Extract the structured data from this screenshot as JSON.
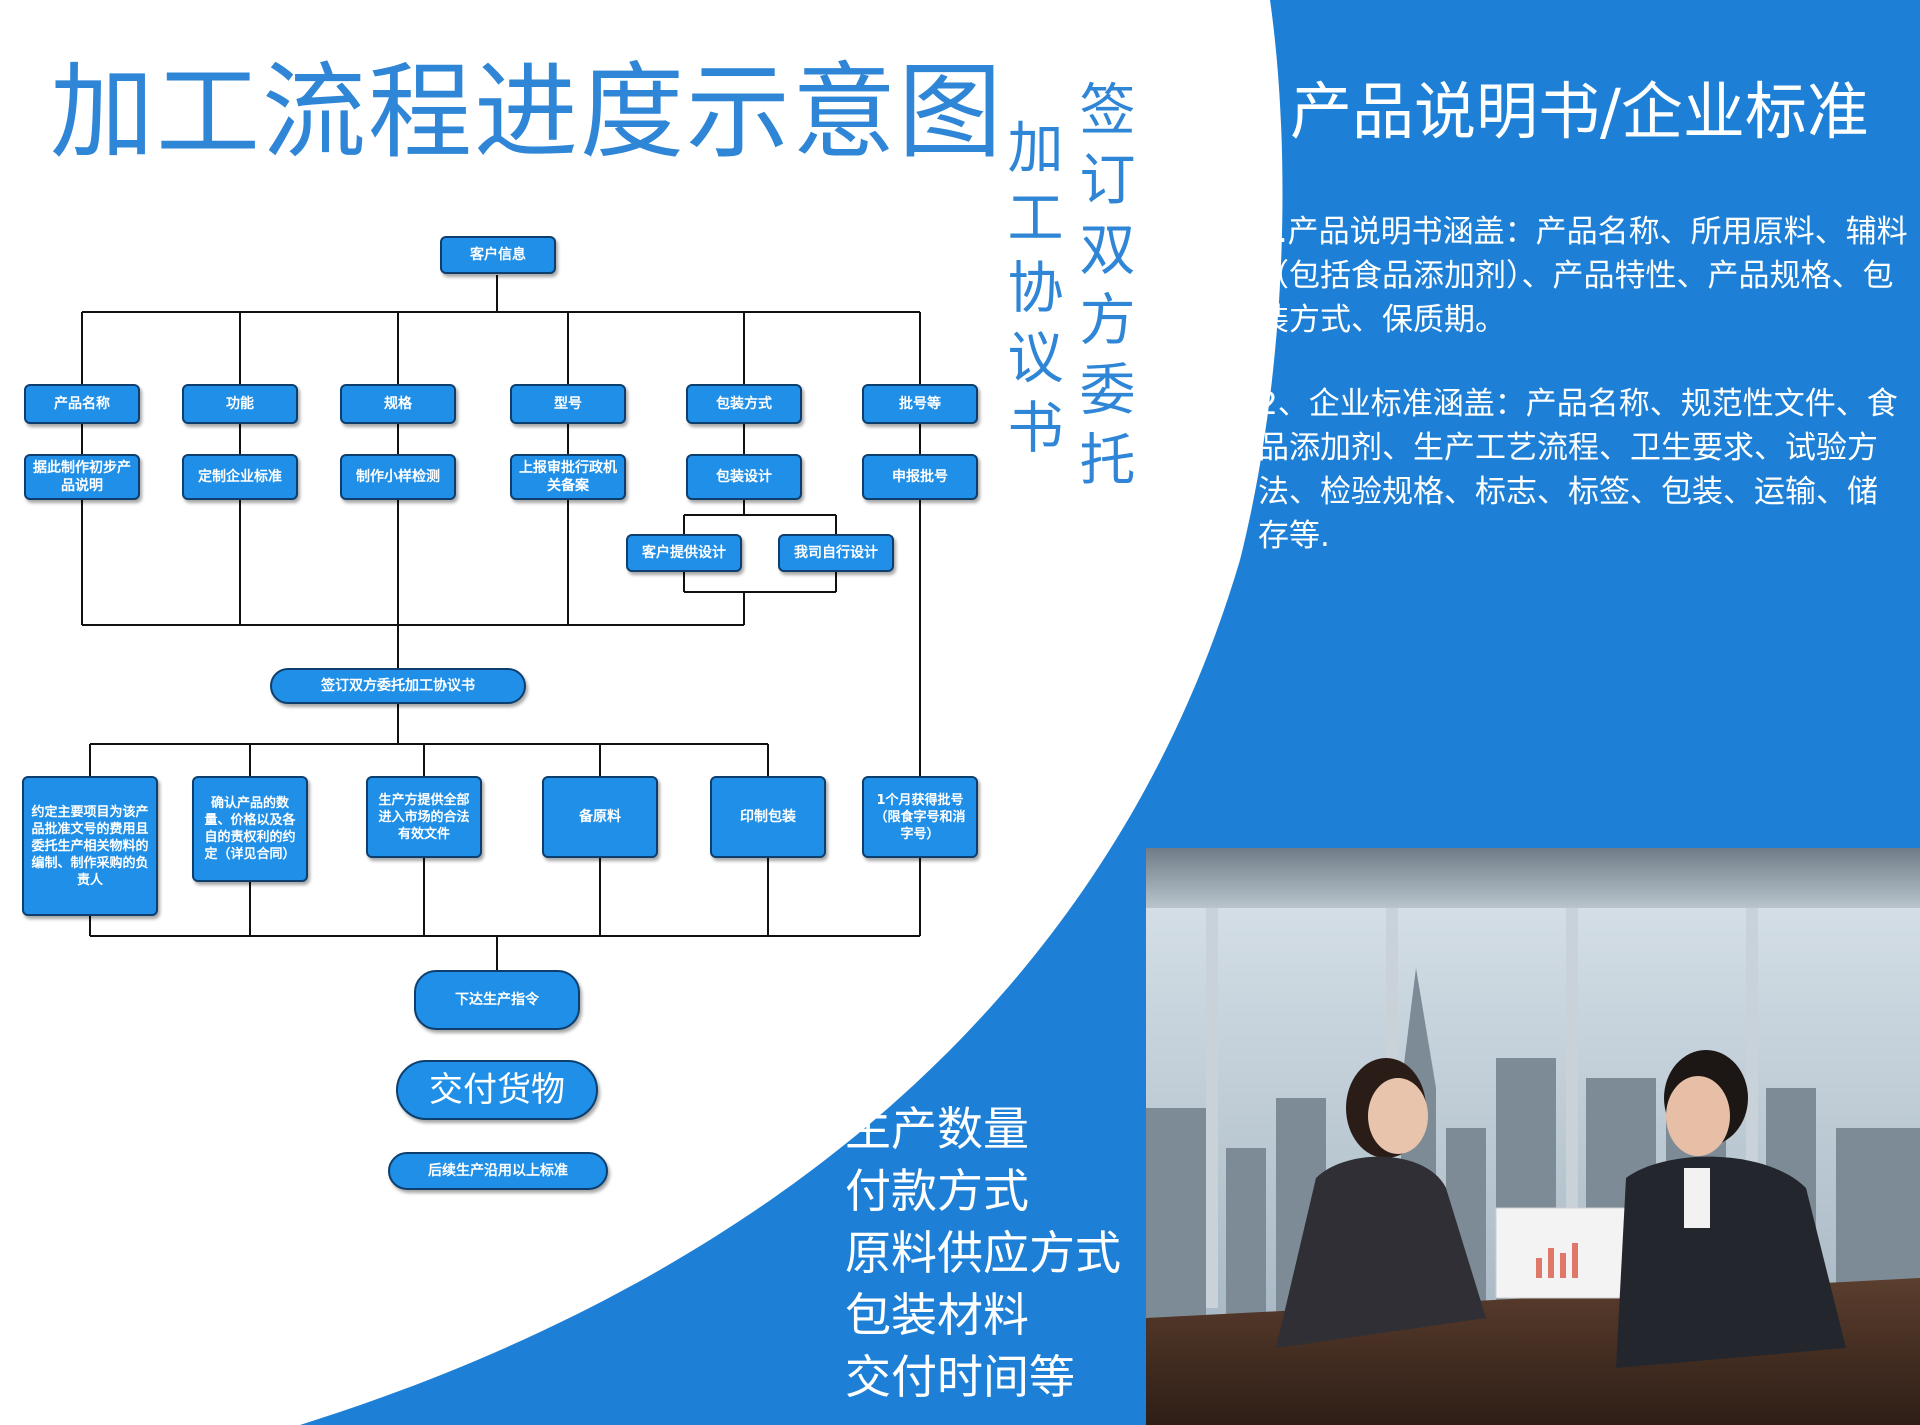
{
  "title": "加工流程进度示意图",
  "vertical_texts": {
    "col1": "加工协议书",
    "col2": "签订双方委托"
  },
  "flow": {
    "root": "客户信息",
    "categories": [
      "产品名称",
      "功能",
      "规格",
      "型号",
      "包装方式",
      "批号等"
    ],
    "details": [
      "据此制作初步产品说明",
      "定制企业标准",
      "制作小样检测",
      "上报审批行政机关备案",
      "包装设计",
      "申报批号"
    ],
    "design_options": [
      "客户提供设计",
      "我司自行设计"
    ],
    "agreement": "签订双方委托加工协议书",
    "terms": [
      "约定主要项目为该产品批准文号的费用且委托生产相关物料的编制、制作采购的负责人",
      "确认产品的数量、价格以及各自的责权利的约定（详见合同）",
      "生产方提供全部进入市场的合法有效文件",
      "备原料",
      "印制包装",
      "1个月获得批号（限食字号和消字号）"
    ],
    "order": "下达生产指令",
    "delivery": "交付货物",
    "followup": "后续生产沿用以上标准"
  },
  "right_panel": {
    "title": "产品说明书/企业标准",
    "para1": "1.产品说明书涵盖：产品名称、所用原料、辅料（包括食品添加剂）、产品特性、产品规格、包装方式、保质期。",
    "para2": "2、企业标准涵盖：产品名称、规范性文件、食品添加剂、生产工艺流程、卫生要求、试验方法、检验规格、标志、标签、包装、运输、储存等."
  },
  "bottom_list": [
    "生产数量",
    "付款方式",
    "原料供应方式",
    "包装材料",
    "交付时间等"
  ],
  "colors": {
    "blue": "#1d80d6",
    "box_fill": "#1f8fe8",
    "box_border": "#0d3f6e",
    "title_blue": "#2f86d6"
  }
}
